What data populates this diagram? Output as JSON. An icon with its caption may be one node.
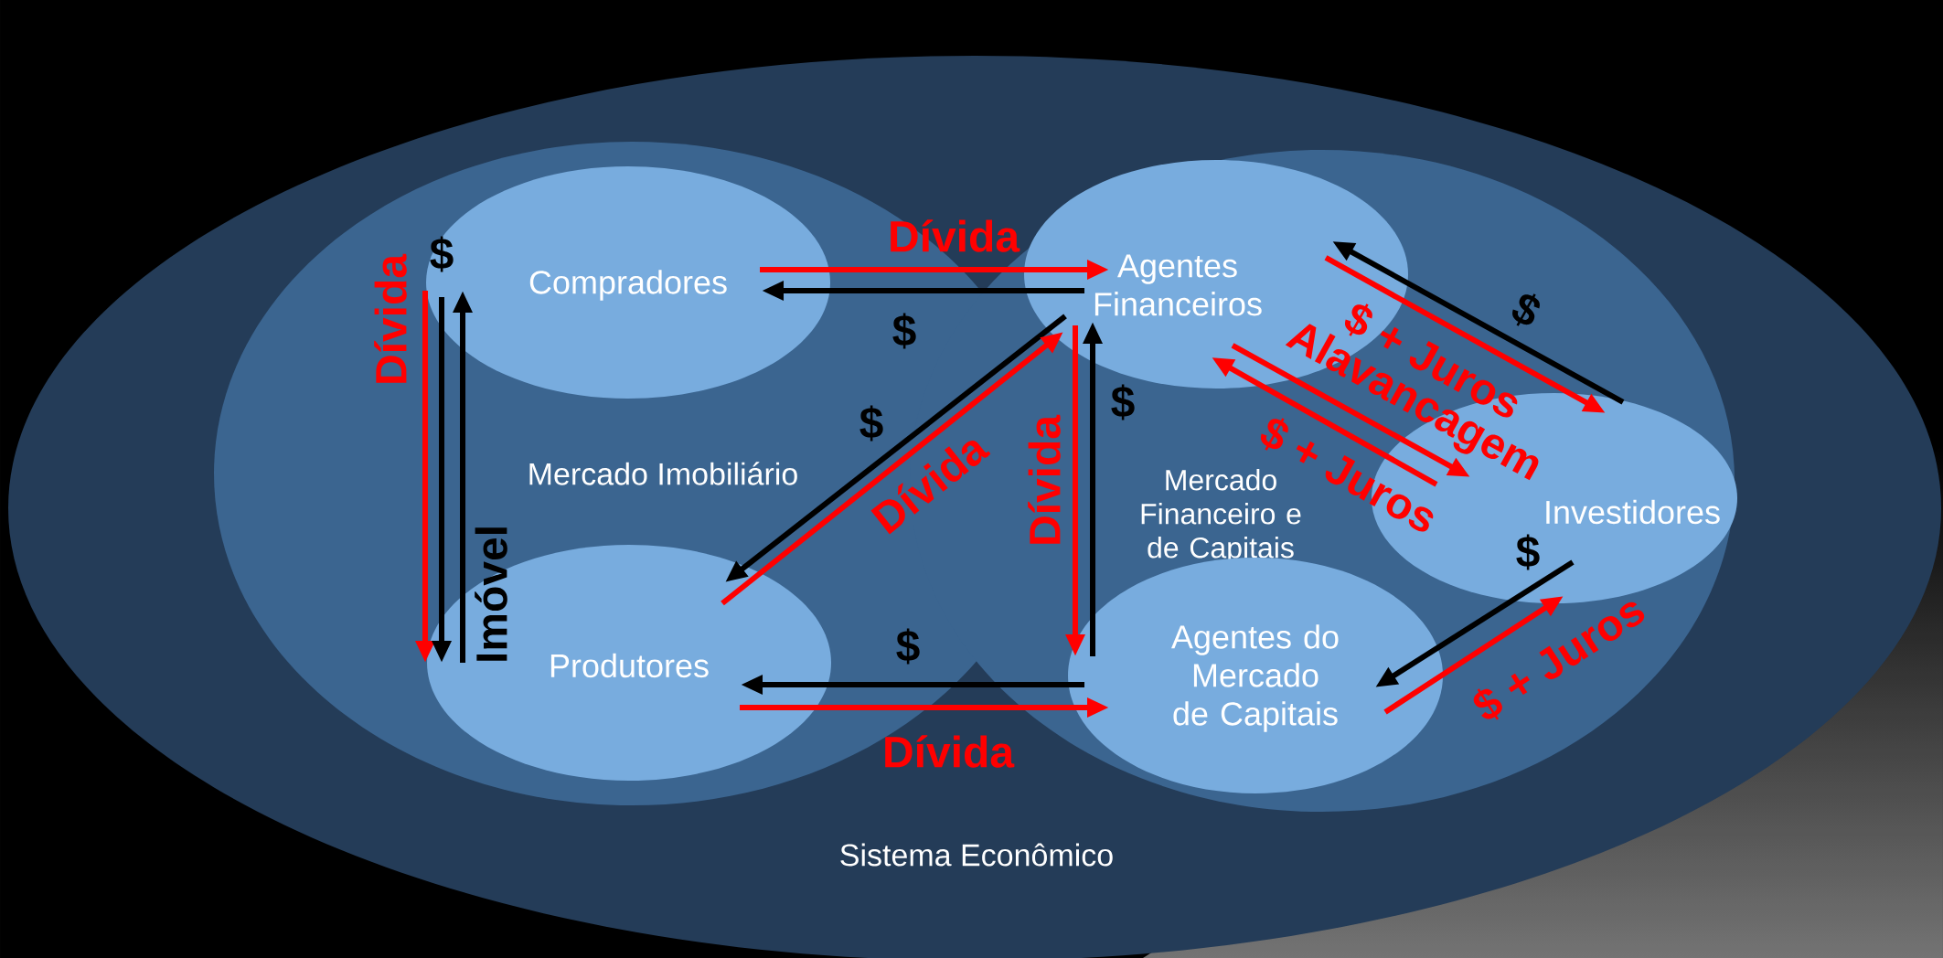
{
  "diagram": {
    "nodes": [
      {
        "text": [
          "Sistema Econômico"
        ]
      },
      {
        "text": [
          "Mercado Imobiliário"
        ],
        "in": 0
      },
      {
        "text": [
          "Mercado Financeiro e de Capitais"
        ],
        "in": 0
      },
      {
        "text": [
          "Compradores"
        ],
        "in": 1
      },
      {
        "text": [
          "Produtores"
        ],
        "in": 1
      },
      {
        "text": [
          "Agentes Financeiros"
        ],
        "in": 2
      },
      {
        "text": [
          "Investidores"
        ],
        "in": 2
      },
      {
        "text": [
          "Agentes do Mercado de Capitais"
        ],
        "in": 2
      }
    ],
    "edges": [
      {
        "from": 3,
        "to": 4,
        "arrow": "to",
        "label": "Dívida"
      },
      {
        "from": 3,
        "to": 4,
        "arrow": "to",
        "label": "$",
        "color": "#000000"
      },
      {
        "from": 4,
        "to": 3,
        "arrow": "to",
        "label": "Imóvel",
        "color": "#000000"
      },
      {
        "from": 3,
        "to": 5,
        "arrow": "to",
        "label": "Dívida"
      },
      {
        "from": 5,
        "to": 3,
        "arrow": "to",
        "label": "$",
        "color": "#000000"
      },
      {
        "from": 5,
        "to": 4,
        "arrow": "to",
        "label": "$",
        "color": "#000000"
      },
      {
        "from": 4,
        "to": 5,
        "arrow": "to",
        "label": "Dívida"
      },
      {
        "from": 5,
        "to": 7,
        "arrow": "to",
        "label": "Dívida"
      },
      {
        "from": 7,
        "to": 5,
        "arrow": "to",
        "label": "$",
        "color": "#000000"
      },
      {
        "from": 7,
        "to": 4,
        "arrow": "to",
        "label": "$",
        "color": "#000000"
      },
      {
        "from": 4,
        "to": 7,
        "arrow": "to",
        "label": "Dívida"
      },
      {
        "from": 6,
        "to": 5,
        "arrow": "to",
        "label": "$",
        "color": "#000000"
      },
      {
        "from": 5,
        "to": 6,
        "arrow": "to",
        "label": "$ + Juros"
      },
      {
        "from": 5,
        "to": 6,
        "arrow": "to",
        "label": "Alavancagem"
      },
      {
        "from": 6,
        "to": 5,
        "arrow": "to",
        "label": "$ + Juros"
      },
      {
        "from": 6,
        "to": 7,
        "arrow": "to",
        "label": "$",
        "color": "#000000"
      },
      {
        "from": 7,
        "to": 6,
        "arrow": "to",
        "label": "$ + Juros"
      }
    ]
  }
}
